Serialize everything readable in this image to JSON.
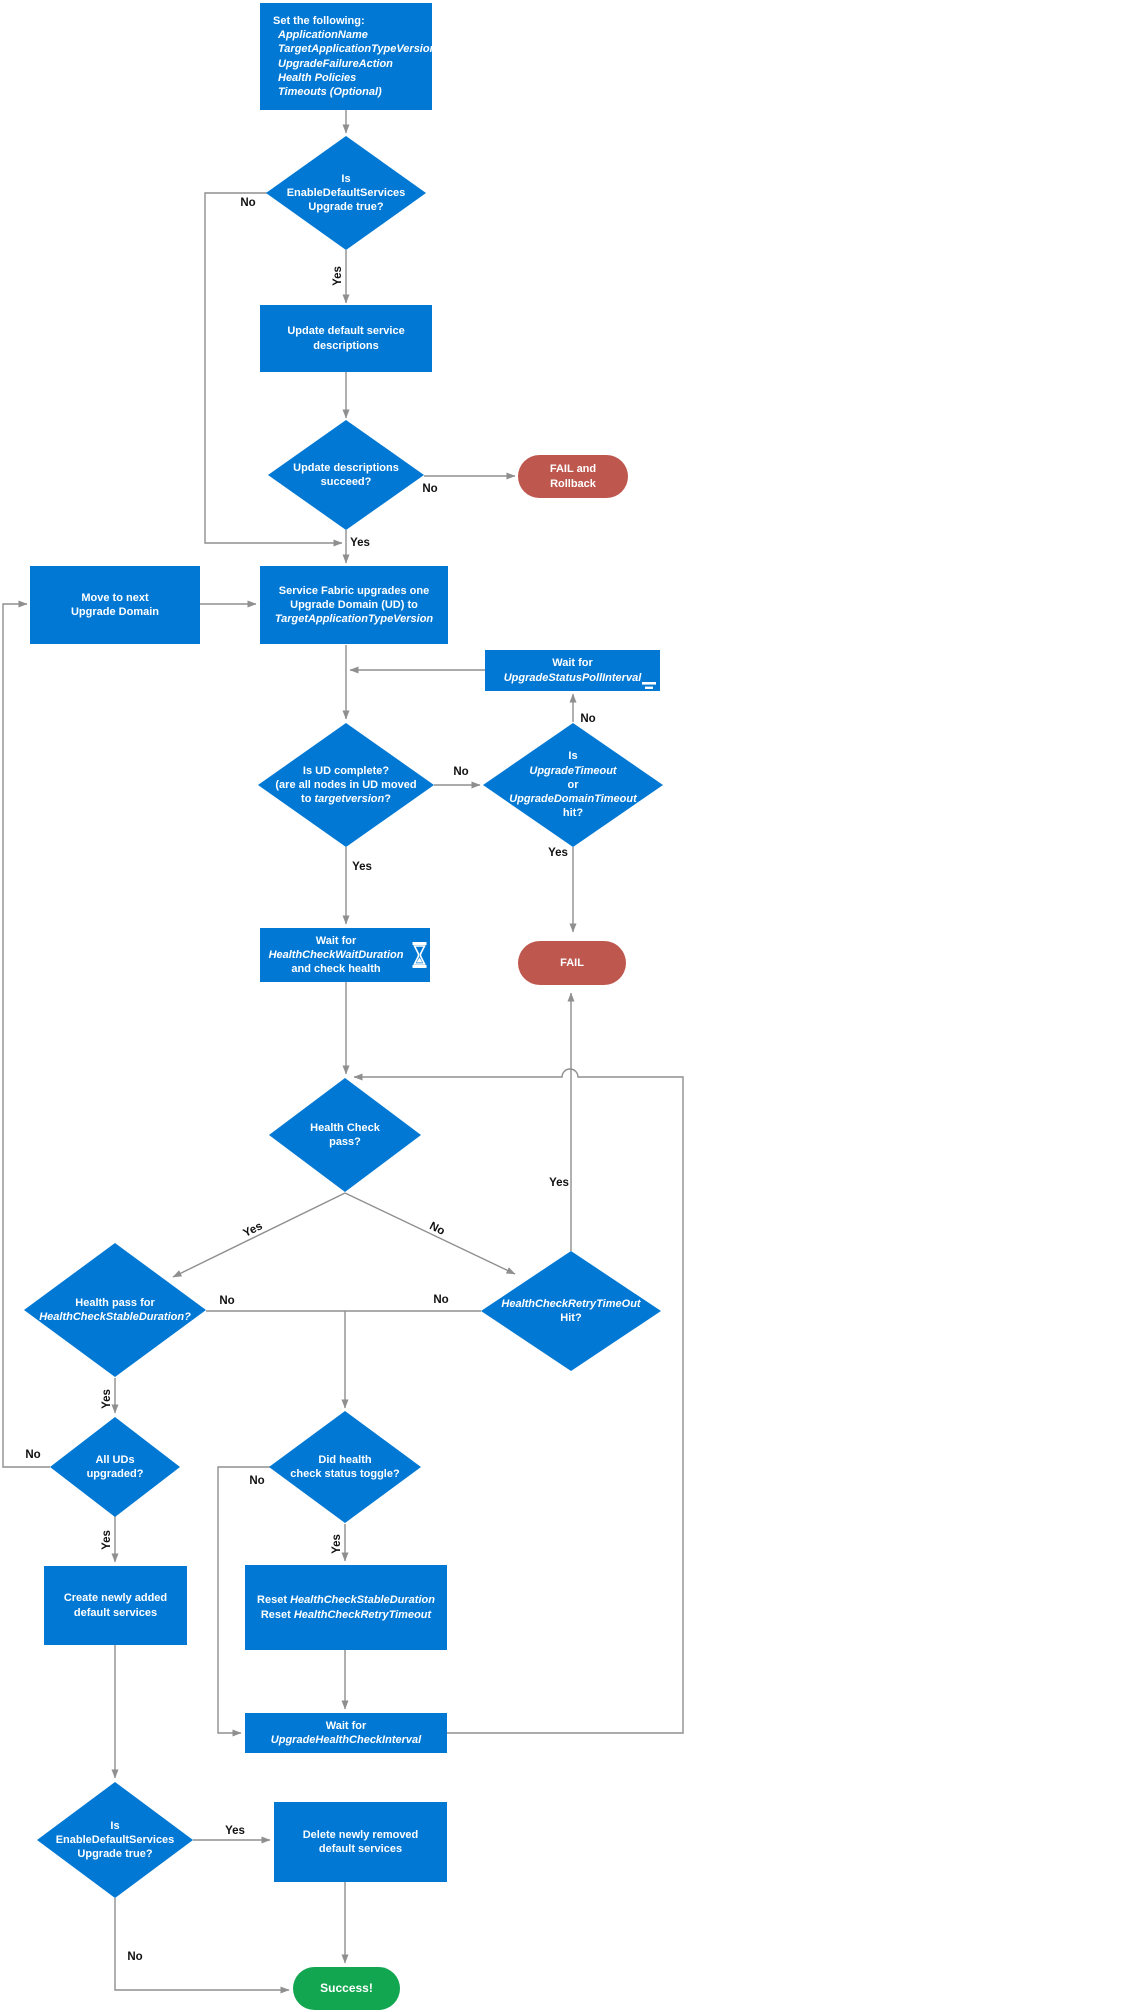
{
  "edge_labels": {
    "yes": "Yes",
    "no": "No"
  },
  "colors": {
    "process": "#0078D4",
    "fail": "#BE574E",
    "success": "#13A650",
    "connector": "#8f8f8f"
  },
  "nodes": {
    "set_following": {
      "title": "Set the following:",
      "items": [
        "ApplicationName",
        "TargetApplicationTypeVersion",
        "UpgradeFailureAction",
        "Health Policies",
        "Timeouts (Optional)"
      ]
    },
    "is_enable_default_services_1": {
      "line1": "Is",
      "line2": "EnableDefaultServices",
      "line3": "Upgrade true?"
    },
    "update_default_service_descriptions": {
      "line1": "Update default service",
      "line2": "descriptions"
    },
    "update_descriptions_succeed": {
      "line1": "Update descriptions",
      "line2": "succeed?"
    },
    "fail_rollback": {
      "line1": "FAIL and",
      "line2": "Rollback"
    },
    "move_to_next_ud": {
      "line1": "Move to next",
      "line2": "Upgrade Domain"
    },
    "sf_upgrades_ud": {
      "line1": "Service Fabric upgrades one",
      "line2": "Upgrade Domain (UD) to",
      "line3_italic": "TargetApplicationTypeVersion"
    },
    "wait_status_poll": {
      "line1": "Wait for",
      "line2_italic": "UpgradeStatusPollInterval"
    },
    "is_ud_complete": {
      "line1": "Is UD complete?",
      "line2": "(are all nodes in UD moved",
      "line3_pre": "to ",
      "line3_italic": "targetversion",
      "line3_post": "?"
    },
    "is_upgrade_timeout": {
      "line1": "Is",
      "line2_italic": "UpgradeTimeout",
      "line3": "or",
      "line4_italic": "UpgradeDomainTimeout",
      "line5": "hit?"
    },
    "wait_health_check": {
      "line1": "Wait for",
      "line2_italic": "HealthCheckWaitDuration",
      "line3": "and check health"
    },
    "fail": {
      "text": "FAIL"
    },
    "health_check_pass": {
      "line1": "Health Check",
      "line2": "pass?"
    },
    "health_pass_stable": {
      "line1": "Health pass for",
      "line2_italic": "HealthCheckStableDuration?"
    },
    "retry_timeout_hit": {
      "line1_italic": "HealthCheckRetryTimeOut",
      "line2": "Hit?"
    },
    "all_uds_upgraded": {
      "line1": "All UDs",
      "line2": "upgraded?"
    },
    "did_health_toggle": {
      "line1": "Did health",
      "line2": "check status toggle?"
    },
    "reset_timeouts": {
      "line1_pre": "Reset ",
      "line1_italic": "HealthCheckStableDuration",
      "line2_pre": "Reset ",
      "line2_italic": "HealthCheckRetryTimeout"
    },
    "wait_health_interval": {
      "line1": "Wait for",
      "line2_italic": "UpgradeHealthCheckInterval"
    },
    "create_default_services": {
      "line1": "Create newly added",
      "line2": "default services"
    },
    "is_enable_default_services_2": {
      "line1": "Is",
      "line2": "EnableDefaultServices",
      "line3": "Upgrade true?"
    },
    "delete_removed_services": {
      "line1": "Delete newly removed",
      "line2": "default services"
    },
    "success": {
      "text": "Success!"
    }
  }
}
